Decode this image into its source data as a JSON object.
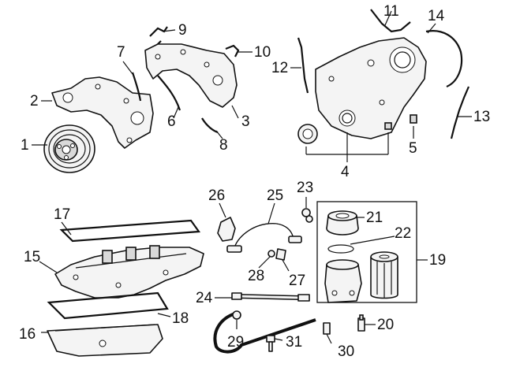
{
  "diagram": {
    "callouts": [
      {
        "id": "c1",
        "text": "1"
      },
      {
        "id": "c2",
        "text": "2"
      },
      {
        "id": "c3",
        "text": "3"
      },
      {
        "id": "c4",
        "text": "4"
      },
      {
        "id": "c5",
        "text": "5"
      },
      {
        "id": "c6",
        "text": "6"
      },
      {
        "id": "c7",
        "text": "7"
      },
      {
        "id": "c8",
        "text": "8"
      },
      {
        "id": "c9",
        "text": "9"
      },
      {
        "id": "c10",
        "text": "10"
      },
      {
        "id": "c11",
        "text": "11"
      },
      {
        "id": "c12",
        "text": "12"
      },
      {
        "id": "c13",
        "text": "13"
      },
      {
        "id": "c14",
        "text": "14"
      },
      {
        "id": "c15",
        "text": "15"
      },
      {
        "id": "c16",
        "text": "16"
      },
      {
        "id": "c17",
        "text": "17"
      },
      {
        "id": "c18",
        "text": "18"
      },
      {
        "id": "c19",
        "text": "19"
      },
      {
        "id": "c20",
        "text": "20"
      },
      {
        "id": "c21",
        "text": "21"
      },
      {
        "id": "c22",
        "text": "22"
      },
      {
        "id": "c23",
        "text": "23"
      },
      {
        "id": "c24",
        "text": "24"
      },
      {
        "id": "c25",
        "text": "25"
      },
      {
        "id": "c26",
        "text": "26"
      },
      {
        "id": "c27",
        "text": "27"
      },
      {
        "id": "c28",
        "text": "28"
      },
      {
        "id": "c29",
        "text": "29"
      },
      {
        "id": "c30",
        "text": "30"
      },
      {
        "id": "c31",
        "text": "31"
      }
    ]
  }
}
